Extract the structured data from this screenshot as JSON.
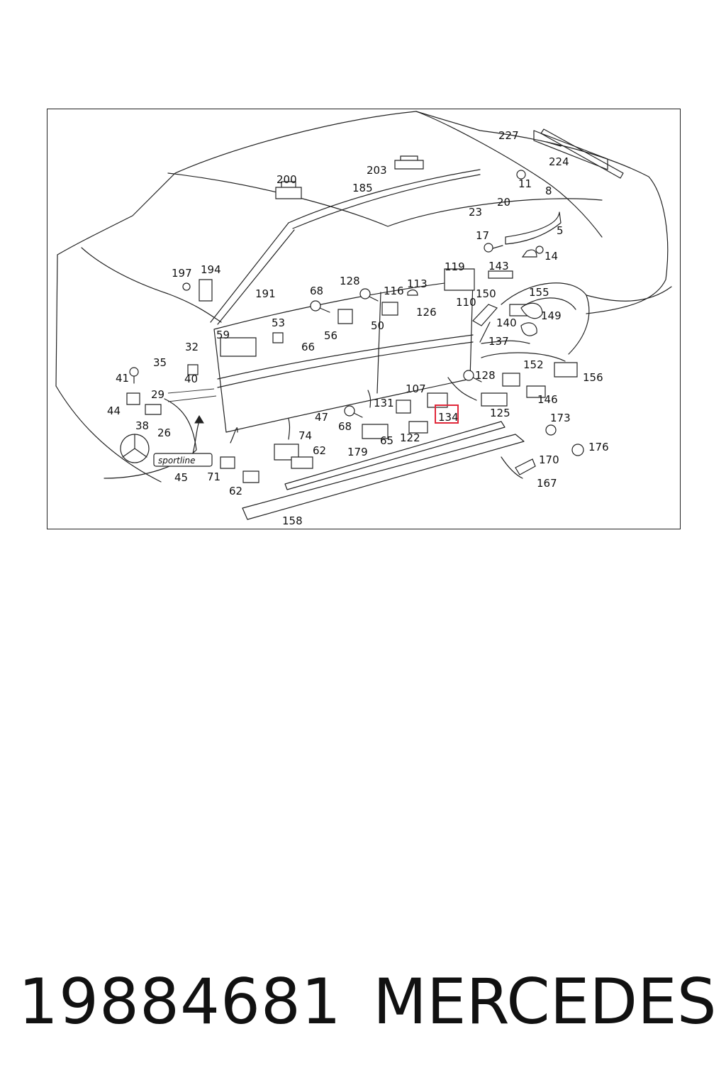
{
  "diagram": {
    "callouts": [
      {
        "id": "c227",
        "text": "227"
      },
      {
        "id": "c224",
        "text": "224"
      },
      {
        "id": "c203",
        "text": "203"
      },
      {
        "id": "c200",
        "text": "200"
      },
      {
        "id": "c185",
        "text": "185"
      },
      {
        "id": "c11",
        "text": "11"
      },
      {
        "id": "c8",
        "text": "8"
      },
      {
        "id": "c20",
        "text": "20"
      },
      {
        "id": "c23",
        "text": "23"
      },
      {
        "id": "c5",
        "text": "5"
      },
      {
        "id": "c17",
        "text": "17"
      },
      {
        "id": "c14",
        "text": "14"
      },
      {
        "id": "c197",
        "text": "197"
      },
      {
        "id": "c194",
        "text": "194"
      },
      {
        "id": "c191",
        "text": "191"
      },
      {
        "id": "c68a",
        "text": "68"
      },
      {
        "id": "c128a",
        "text": "128"
      },
      {
        "id": "c116",
        "text": "116"
      },
      {
        "id": "c113",
        "text": "113"
      },
      {
        "id": "c119",
        "text": "119"
      },
      {
        "id": "c143",
        "text": "143"
      },
      {
        "id": "c150",
        "text": "150"
      },
      {
        "id": "c155",
        "text": "155"
      },
      {
        "id": "c110",
        "text": "110"
      },
      {
        "id": "c126",
        "text": "126"
      },
      {
        "id": "c149",
        "text": "149"
      },
      {
        "id": "c140",
        "text": "140"
      },
      {
        "id": "c53",
        "text": "53"
      },
      {
        "id": "c56",
        "text": "56"
      },
      {
        "id": "c50",
        "text": "50"
      },
      {
        "id": "c59",
        "text": "59"
      },
      {
        "id": "c66",
        "text": "66"
      },
      {
        "id": "c137",
        "text": "137"
      },
      {
        "id": "c32",
        "text": "32"
      },
      {
        "id": "c35",
        "text": "35"
      },
      {
        "id": "c41",
        "text": "41"
      },
      {
        "id": "c40",
        "text": "40"
      },
      {
        "id": "c152",
        "text": "152"
      },
      {
        "id": "c156",
        "text": "156"
      },
      {
        "id": "c128b",
        "text": "128"
      },
      {
        "id": "c29",
        "text": "29"
      },
      {
        "id": "c107",
        "text": "107"
      },
      {
        "id": "c146",
        "text": "146"
      },
      {
        "id": "c44",
        "text": "44"
      },
      {
        "id": "c131",
        "text": "131"
      },
      {
        "id": "c125",
        "text": "125"
      },
      {
        "id": "c38",
        "text": "38"
      },
      {
        "id": "c47",
        "text": "47"
      },
      {
        "id": "c134",
        "text": "134"
      },
      {
        "id": "c173",
        "text": "173"
      },
      {
        "id": "c26",
        "text": "26"
      },
      {
        "id": "c68b",
        "text": "68"
      },
      {
        "id": "c74",
        "text": "74"
      },
      {
        "id": "c65",
        "text": "65"
      },
      {
        "id": "c122",
        "text": "122"
      },
      {
        "id": "c176",
        "text": "176"
      },
      {
        "id": "c62a",
        "text": "62"
      },
      {
        "id": "c179",
        "text": "179"
      },
      {
        "id": "c170",
        "text": "170"
      },
      {
        "id": "c71",
        "text": "71"
      },
      {
        "id": "c45",
        "text": "45"
      },
      {
        "id": "c62b",
        "text": "62"
      },
      {
        "id": "c167",
        "text": "167"
      },
      {
        "id": "c158",
        "text": "158"
      }
    ],
    "badge_text": "sportline",
    "highlight_color": "#e0283a"
  },
  "footer": {
    "part_number": "19884681",
    "brand": "MERCEDES"
  }
}
